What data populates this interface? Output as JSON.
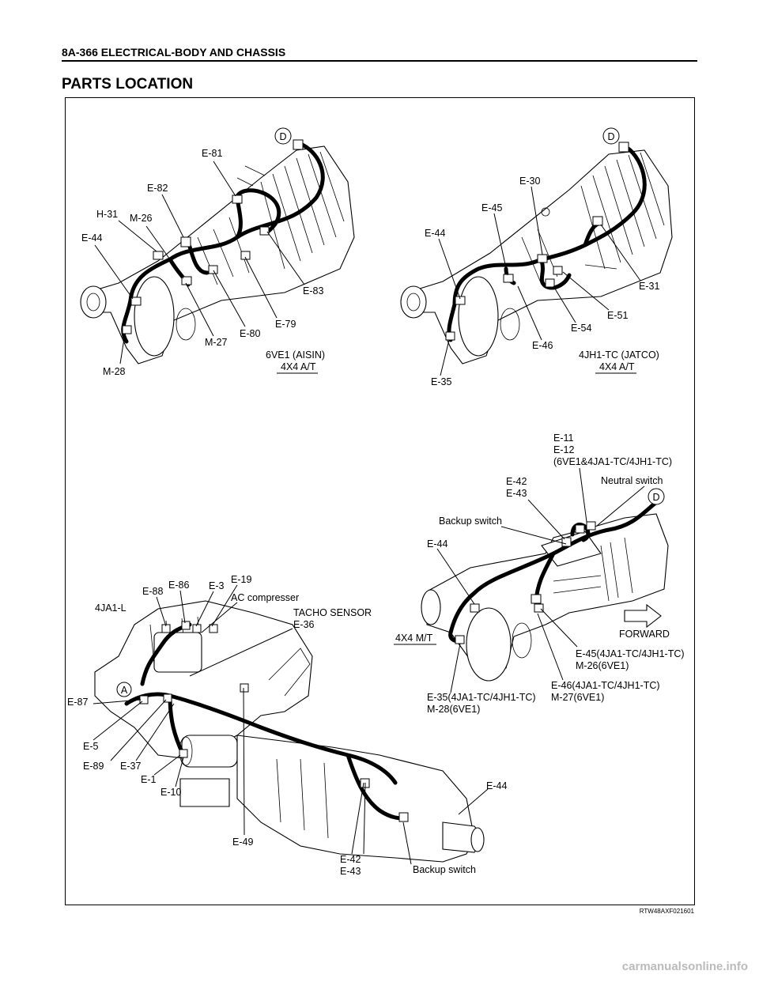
{
  "header": {
    "title": "8A-366  ELECTRICAL-BODY AND CHASSIS",
    "section_title": "PARTS LOCATION"
  },
  "figure": {
    "code": "RTW48AXF021601",
    "views": {
      "aisin": {
        "variant": "6VE1 (AISIN)",
        "transmission": "4X4 A/T",
        "marker": "D",
        "labels": [
          "E-81",
          "E-82",
          "H-31",
          "M-26",
          "E-44",
          "E-83",
          "E-79",
          "E-80",
          "M-27",
          "M-28"
        ]
      },
      "jatco": {
        "variant": "4JH1-TC (JATCO)",
        "transmission": "4X4 A/T",
        "marker": "D",
        "labels": [
          "E-30",
          "E-45",
          "E-44",
          "E-31",
          "E-51",
          "E-54",
          "E-46",
          "E-35"
        ]
      },
      "manual": {
        "transmission": "4X4 M/T",
        "marker": "D",
        "forward": "FORWARD",
        "labels": {
          "e11": "E-11",
          "e12": "E-12",
          "e11_note": "(6VE1&4JA1-TC/4JH1-TC)",
          "e42": "E-42",
          "e43": "E-43",
          "neutral_switch": "Neutral switch",
          "backup_switch": "Backup switch",
          "e44": "E-44",
          "e45": "E-45(4JA1-TC/4JH1-TC)",
          "m26": "M-26(6VE1)",
          "e46": "E-46(4JA1-TC/4JH1-TC)",
          "m27": "M-27(6VE1)",
          "e35": "E-35(4JA1-TC/4JH1-TC)",
          "m28": "M-28(6VE1)"
        }
      },
      "engine": {
        "variant": "4JA1-L",
        "marker": "A",
        "labels": {
          "e88": "E-88",
          "e86": "E-86",
          "e3": "E-3",
          "e19": "E-19",
          "ac": "AC compresser",
          "tacho": "TACHO SENSOR",
          "e36": "E-36",
          "e87": "E-87",
          "e5": "E-5",
          "e89": "E-89",
          "e37": "E-37",
          "e1": "E-1",
          "e10": "E-10",
          "e49": "E-49",
          "e42": "E-42",
          "e43": "E-43",
          "backup_switch": "Backup switch",
          "e44": "E-44"
        }
      }
    }
  },
  "footer": {
    "watermark": "carmanualsonline.info"
  }
}
